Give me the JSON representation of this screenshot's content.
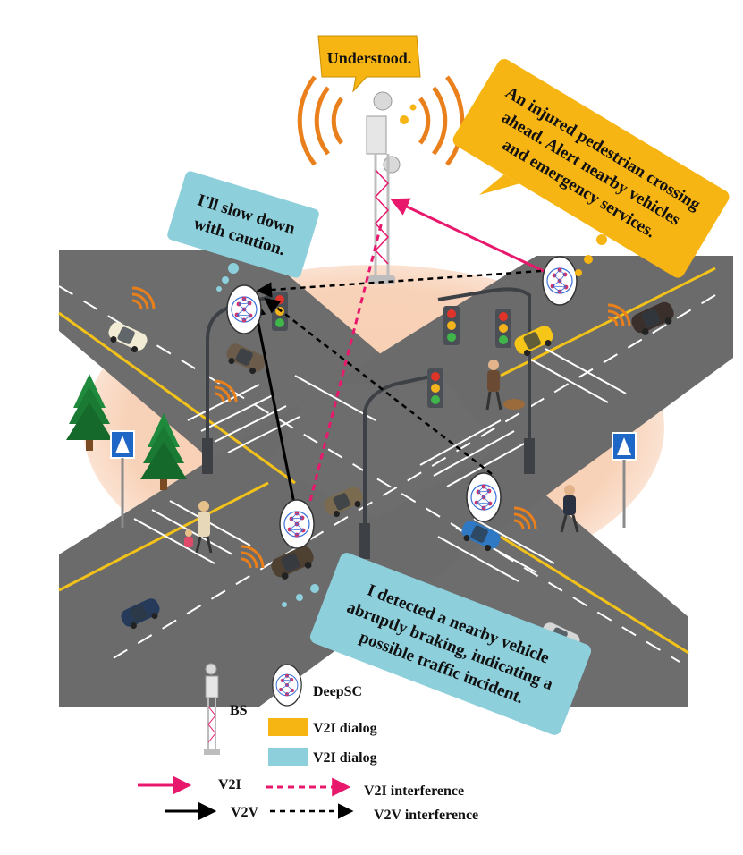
{
  "bubbles": {
    "bs_reply": "Understood.",
    "pedestrian_alert": [
      "An injured pedestrian crossing",
      "ahead. Alert nearby vehicles",
      "and emergency services."
    ],
    "slow_down": [
      "I'll slow down",
      "with caution."
    ],
    "braking_detect": [
      "I detected a nearby vehicle",
      "abruptly braking, indicating a",
      "possible traffic incident."
    ]
  },
  "legend": {
    "bs": "BS",
    "deepsc": "DeepSC",
    "v2i_dialog_orange": "V2I dialog",
    "v2i_dialog_blue": "V2I dialog",
    "v2i": "V2I",
    "v2i_interference": "V2I interference",
    "v2v": "V2V",
    "v2v_interference": "V2V interference"
  },
  "colors": {
    "v2i": "#e8186d",
    "v2v": "#000000",
    "orange_dialog": "#f7b514",
    "blue_dialog": "#8ecfdc",
    "road": "#6d6d6d",
    "intersection_glow": "#f8cdb0",
    "signal_waves": "#e9801c"
  },
  "icons": [
    "base-station-tower-icon",
    "deepsc-network-icon",
    "traffic-light-icon",
    "car-icon",
    "tree-icon",
    "crosswalk-sign-icon",
    "pedestrian-icon",
    "signal-waves-icon"
  ]
}
